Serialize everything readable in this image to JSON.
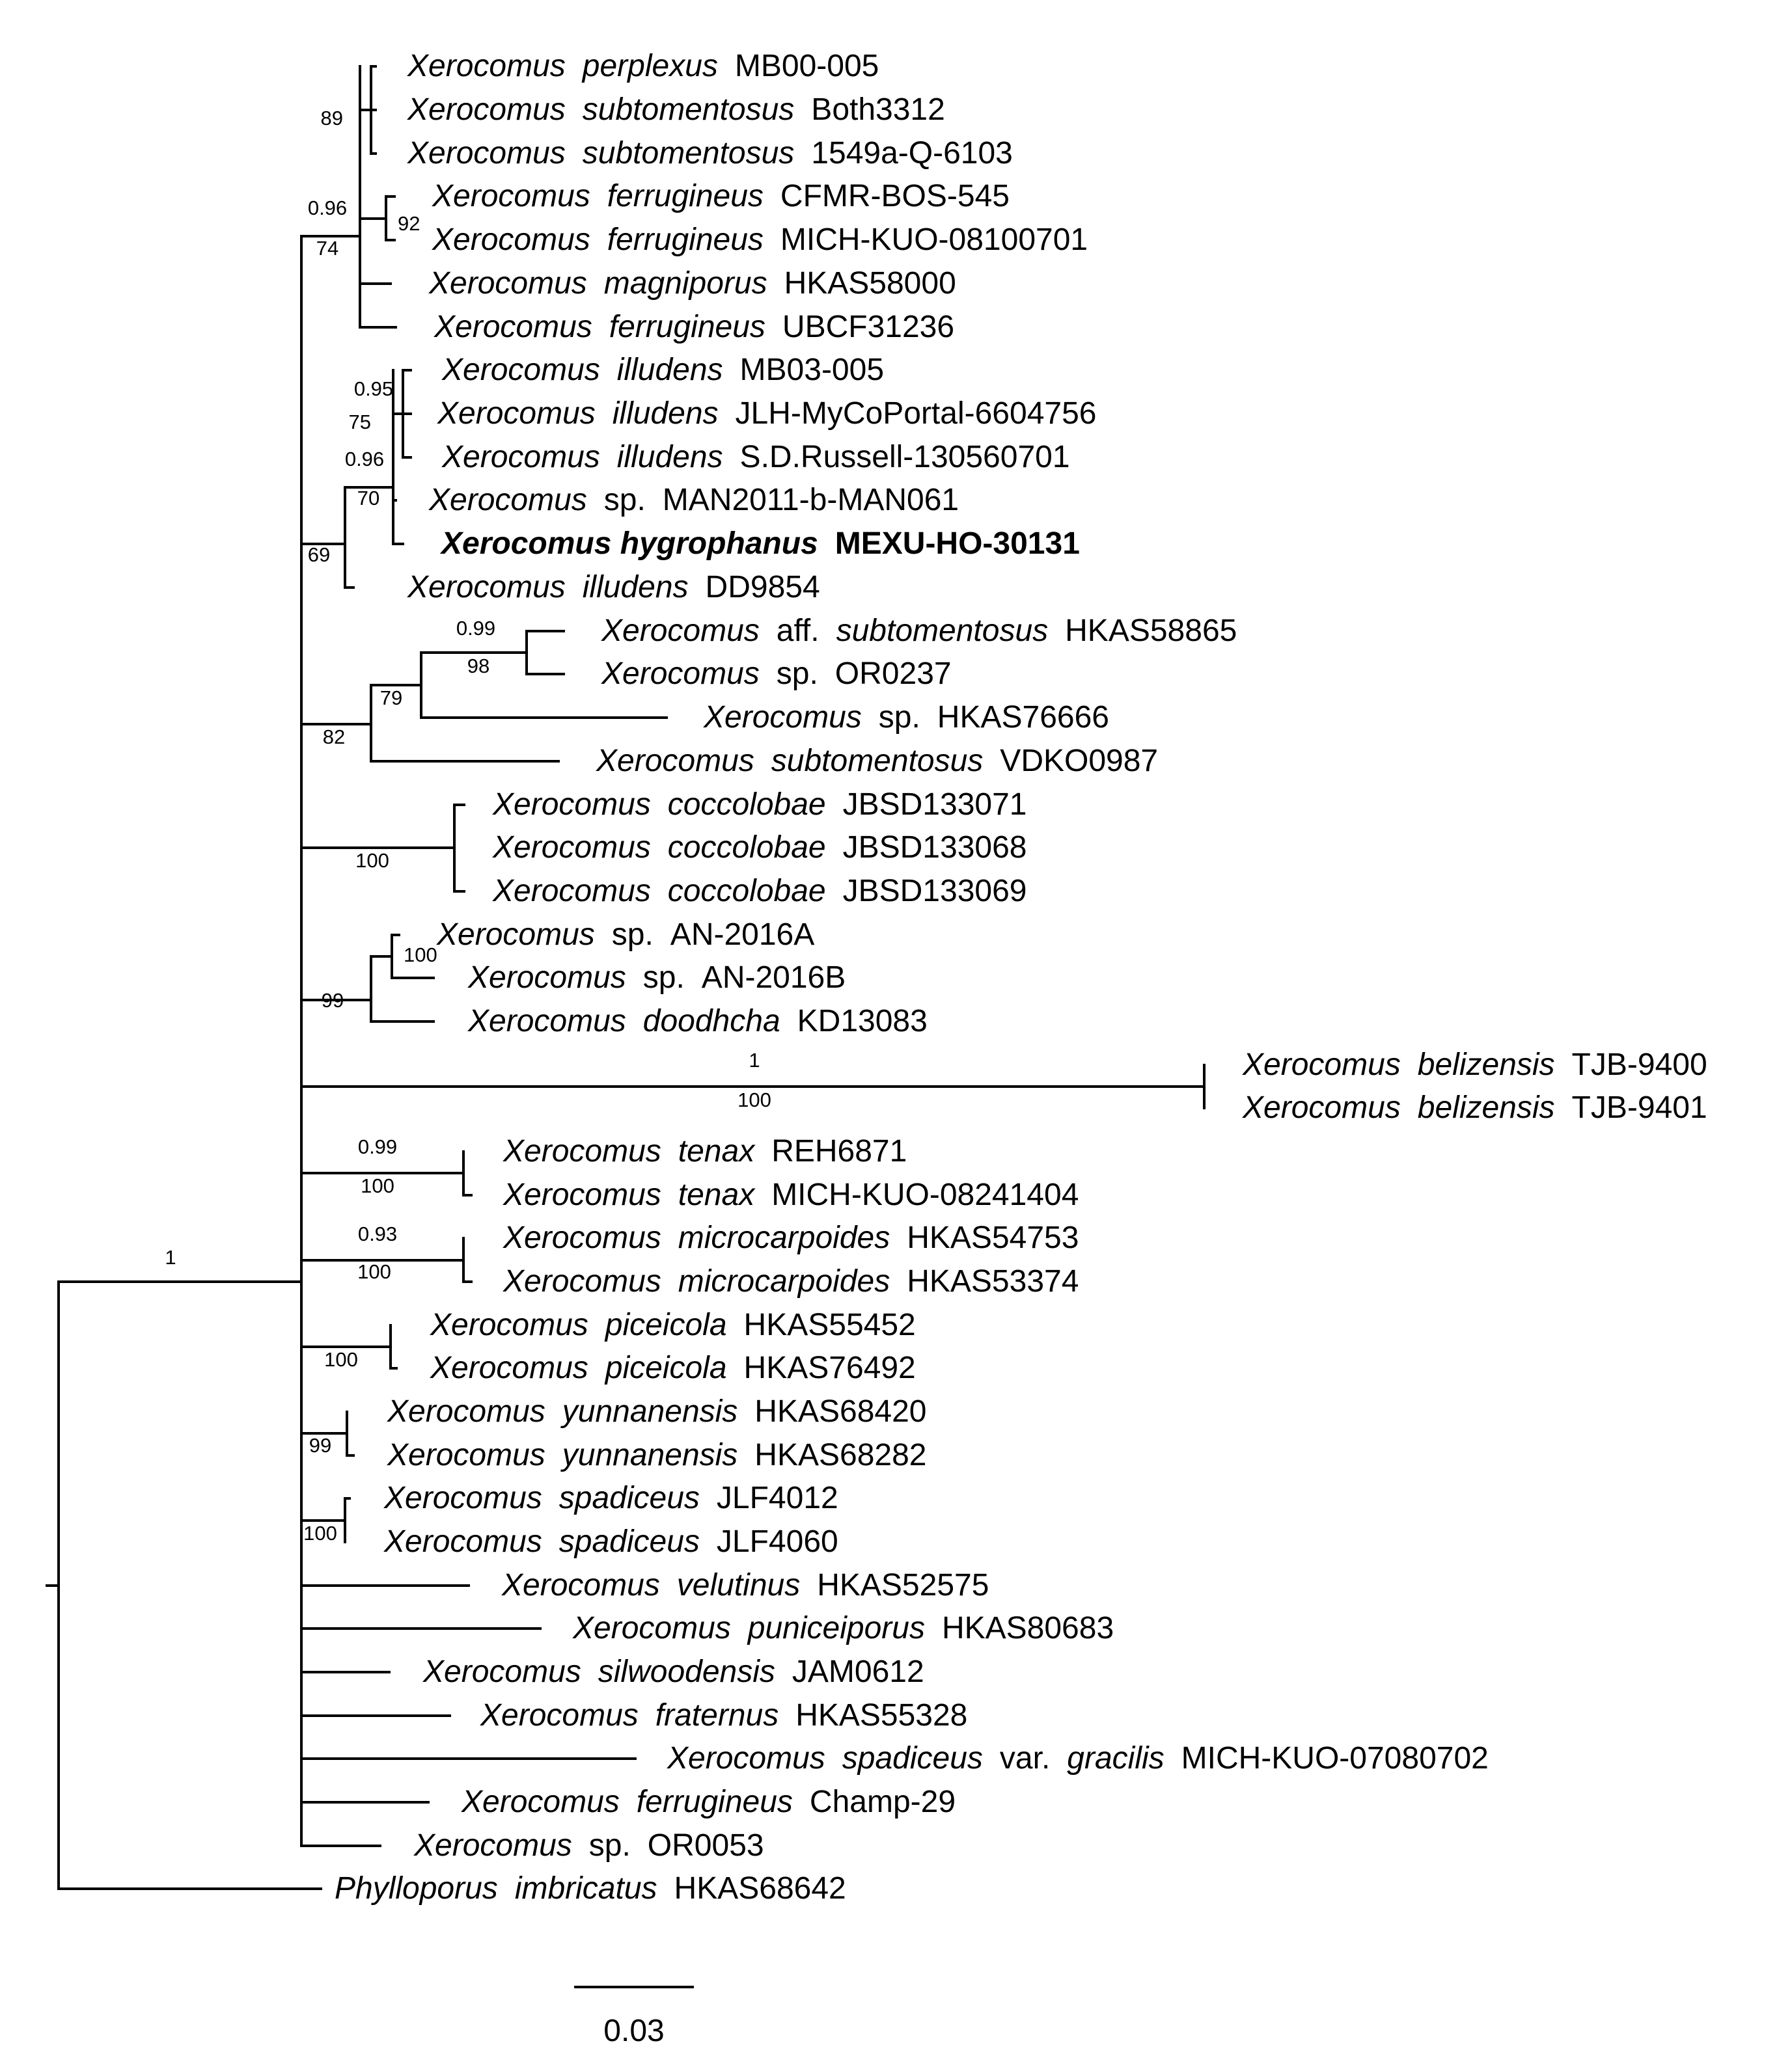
{
  "tips": [
    {
      "id": "t1",
      "parts": [
        {
          "t": "Xerocomus",
          "i": true
        },
        {
          "t": "perplexus",
          "i": true
        },
        {
          "t": "MB00-005",
          "i": false
        }
      ]
    },
    {
      "id": "t2",
      "parts": [
        {
          "t": "Xerocomus",
          "i": true
        },
        {
          "t": "subtomentosus",
          "i": true
        },
        {
          "t": "Both3312",
          "i": false
        }
      ]
    },
    {
      "id": "t3",
      "parts": [
        {
          "t": "Xerocomus",
          "i": true
        },
        {
          "t": "subtomentosus",
          "i": true
        },
        {
          "t": "1549a-Q-6103",
          "i": false
        }
      ]
    },
    {
      "id": "t4",
      "parts": [
        {
          "t": "Xerocomus",
          "i": true
        },
        {
          "t": "ferrugineus",
          "i": true
        },
        {
          "t": "CFMR-BOS-545",
          "i": false
        }
      ]
    },
    {
      "id": "t5",
      "parts": [
        {
          "t": "Xerocomus",
          "i": true
        },
        {
          "t": "ferrugineus",
          "i": true
        },
        {
          "t": "MICH-KUO-08100701",
          "i": false
        }
      ]
    },
    {
      "id": "t6",
      "parts": [
        {
          "t": "Xerocomus",
          "i": true
        },
        {
          "t": "magniporus",
          "i": true
        },
        {
          "t": "HKAS58000",
          "i": false
        }
      ]
    },
    {
      "id": "t7",
      "parts": [
        {
          "t": "Xerocomus",
          "i": true
        },
        {
          "t": "ferrugineus",
          "i": true
        },
        {
          "t": "UBCF31236",
          "i": false
        }
      ]
    },
    {
      "id": "t8",
      "parts": [
        {
          "t": "Xerocomus",
          "i": true
        },
        {
          "t": "illudens",
          "i": true
        },
        {
          "t": "MB03-005",
          "i": false
        }
      ]
    },
    {
      "id": "t9",
      "parts": [
        {
          "t": "Xerocomus",
          "i": true
        },
        {
          "t": "illudens",
          "i": true
        },
        {
          "t": "JLH-MyCoPortal-6604756",
          "i": false
        }
      ]
    },
    {
      "id": "t10",
      "parts": [
        {
          "t": "Xerocomus",
          "i": true
        },
        {
          "t": "illudens",
          "i": true
        },
        {
          "t": "S.D.Russell-130560701",
          "i": false
        }
      ]
    },
    {
      "id": "t11",
      "parts": [
        {
          "t": "Xerocomus",
          "i": true
        },
        {
          "t": "sp.",
          "i": false
        },
        {
          "t": "MAN2011-b-MAN061",
          "i": false
        }
      ]
    },
    {
      "id": "t12",
      "bold": true,
      "parts": [
        {
          "t": "Xerocomus hygrophanus",
          "i": true
        },
        {
          "t": "MEXU-HO-30131",
          "i": false
        }
      ]
    },
    {
      "id": "t13",
      "parts": [
        {
          "t": "Xerocomus",
          "i": true
        },
        {
          "t": "illudens",
          "i": true
        },
        {
          "t": "DD9854",
          "i": false
        }
      ]
    },
    {
      "id": "t14",
      "parts": [
        {
          "t": "Xerocomus",
          "i": true
        },
        {
          "t": "aff.",
          "i": false
        },
        {
          "t": "subtomentosus",
          "i": true
        },
        {
          "t": "HKAS58865",
          "i": false
        }
      ]
    },
    {
      "id": "t15",
      "parts": [
        {
          "t": "Xerocomus",
          "i": true
        },
        {
          "t": "sp.",
          "i": false
        },
        {
          "t": "OR0237",
          "i": false
        }
      ]
    },
    {
      "id": "t16",
      "parts": [
        {
          "t": "Xerocomus",
          "i": true
        },
        {
          "t": "sp.",
          "i": false
        },
        {
          "t": "HKAS76666",
          "i": false
        }
      ]
    },
    {
      "id": "t17",
      "parts": [
        {
          "t": "Xerocomus",
          "i": true
        },
        {
          "t": "subtomentosus",
          "i": true
        },
        {
          "t": "VDKO0987",
          "i": false
        }
      ]
    },
    {
      "id": "t18",
      "parts": [
        {
          "t": "Xerocomus",
          "i": true
        },
        {
          "t": "coccolobae",
          "i": true
        },
        {
          "t": "JBSD133071",
          "i": false
        }
      ]
    },
    {
      "id": "t19",
      "parts": [
        {
          "t": "Xerocomus",
          "i": true
        },
        {
          "t": "coccolobae",
          "i": true
        },
        {
          "t": "JBSD133068",
          "i": false
        }
      ]
    },
    {
      "id": "t20",
      "parts": [
        {
          "t": "Xerocomus",
          "i": true
        },
        {
          "t": "coccolobae",
          "i": true
        },
        {
          "t": "JBSD133069",
          "i": false
        }
      ]
    },
    {
      "id": "t21",
      "parts": [
        {
          "t": "Xerocomus",
          "i": true
        },
        {
          "t": "sp.",
          "i": false
        },
        {
          "t": "AN-2016A",
          "i": false
        }
      ]
    },
    {
      "id": "t22",
      "parts": [
        {
          "t": "Xerocomus",
          "i": true
        },
        {
          "t": "sp.",
          "i": false
        },
        {
          "t": "AN-2016B",
          "i": false
        }
      ]
    },
    {
      "id": "t23",
      "parts": [
        {
          "t": "Xerocomus",
          "i": true
        },
        {
          "t": "doodhcha",
          "i": true
        },
        {
          "t": "KD13083",
          "i": false
        }
      ]
    },
    {
      "id": "t24",
      "parts": [
        {
          "t": "Xerocomus",
          "i": true
        },
        {
          "t": "belizensis",
          "i": true
        },
        {
          "t": "TJB-9400",
          "i": false
        }
      ]
    },
    {
      "id": "t25",
      "parts": [
        {
          "t": "Xerocomus",
          "i": true
        },
        {
          "t": "belizensis",
          "i": true
        },
        {
          "t": "TJB-9401",
          "i": false
        }
      ]
    },
    {
      "id": "t26",
      "parts": [
        {
          "t": "Xerocomus",
          "i": true
        },
        {
          "t": "tenax",
          "i": true
        },
        {
          "t": "REH6871",
          "i": false
        }
      ]
    },
    {
      "id": "t27",
      "parts": [
        {
          "t": "Xerocomus",
          "i": true
        },
        {
          "t": "tenax",
          "i": true
        },
        {
          "t": "MICH-KUO-08241404",
          "i": false
        }
      ]
    },
    {
      "id": "t28",
      "parts": [
        {
          "t": "Xerocomus",
          "i": true
        },
        {
          "t": "microcarpoides",
          "i": true
        },
        {
          "t": "HKAS54753",
          "i": false
        }
      ]
    },
    {
      "id": "t29",
      "parts": [
        {
          "t": "Xerocomus",
          "i": true
        },
        {
          "t": "microcarpoides",
          "i": true
        },
        {
          "t": "HKAS53374",
          "i": false
        }
      ]
    },
    {
      "id": "t30",
      "parts": [
        {
          "t": "Xerocomus",
          "i": true
        },
        {
          "t": "piceicola",
          "i": true
        },
        {
          "t": "HKAS55452",
          "i": false
        }
      ]
    },
    {
      "id": "t31",
      "parts": [
        {
          "t": "Xerocomus",
          "i": true
        },
        {
          "t": "piceicola",
          "i": true
        },
        {
          "t": "HKAS76492",
          "i": false
        }
      ]
    },
    {
      "id": "t32",
      "parts": [
        {
          "t": "Xerocomus",
          "i": true
        },
        {
          "t": "yunnanensis",
          "i": true
        },
        {
          "t": "HKAS68420",
          "i": false
        }
      ]
    },
    {
      "id": "t33",
      "parts": [
        {
          "t": "Xerocomus",
          "i": true
        },
        {
          "t": "yunnanensis",
          "i": true
        },
        {
          "t": "HKAS68282",
          "i": false
        }
      ]
    },
    {
      "id": "t34",
      "parts": [
        {
          "t": "Xerocomus",
          "i": true
        },
        {
          "t": "spadiceus",
          "i": true
        },
        {
          "t": "JLF4012",
          "i": false
        }
      ]
    },
    {
      "id": "t35",
      "parts": [
        {
          "t": "Xerocomus",
          "i": true
        },
        {
          "t": "spadiceus",
          "i": true
        },
        {
          "t": "JLF4060",
          "i": false
        }
      ]
    },
    {
      "id": "t36",
      "parts": [
        {
          "t": "Xerocomus",
          "i": true
        },
        {
          "t": "velutinus",
          "i": true
        },
        {
          "t": "HKAS52575",
          "i": false
        }
      ]
    },
    {
      "id": "t37",
      "parts": [
        {
          "t": "Xerocomus",
          "i": true
        },
        {
          "t": "puniceiporus",
          "i": true
        },
        {
          "t": "HKAS80683",
          "i": false
        }
      ]
    },
    {
      "id": "t38",
      "parts": [
        {
          "t": "Xerocomus",
          "i": true
        },
        {
          "t": "silwoodensis",
          "i": true
        },
        {
          "t": "JAM0612",
          "i": false
        }
      ]
    },
    {
      "id": "t39",
      "parts": [
        {
          "t": "Xerocomus",
          "i": true
        },
        {
          "t": "fraternus",
          "i": true
        },
        {
          "t": "HKAS55328",
          "i": false
        }
      ]
    },
    {
      "id": "t40",
      "parts": [
        {
          "t": "Xerocomus",
          "i": true
        },
        {
          "t": "spadiceus",
          "i": true
        },
        {
          "t": "var.",
          "i": false
        },
        {
          "t": "gracilis",
          "i": true
        },
        {
          "t": "MICH-KUO-07080702",
          "i": false
        }
      ]
    },
    {
      "id": "t41",
      "parts": [
        {
          "t": "Xerocomus",
          "i": true
        },
        {
          "t": "ferrugineus",
          "i": true
        },
        {
          "t": "Champ-29",
          "i": false
        }
      ]
    },
    {
      "id": "t42",
      "parts": [
        {
          "t": "Xerocomus",
          "i": true
        },
        {
          "t": "sp.",
          "i": false
        },
        {
          "t": "OR0053",
          "i": false
        }
      ]
    },
    {
      "id": "t43",
      "parts": [
        {
          "t": "Phylloporus",
          "i": true
        },
        {
          "t": "imbricatus",
          "i": true
        },
        {
          "t": "HKAS68642",
          "i": false
        }
      ]
    }
  ],
  "support_values": [
    "1",
    "0.96",
    "74",
    "89",
    "92",
    "0.95",
    "75",
    "0.96",
    "70",
    "69",
    "0.99",
    "98",
    "79",
    "82",
    "100",
    "100",
    "99",
    "1",
    "100",
    "0.99",
    "100",
    "0.93",
    "100",
    "100",
    "99",
    "100"
  ],
  "scale_bar": {
    "label": "0.03"
  }
}
